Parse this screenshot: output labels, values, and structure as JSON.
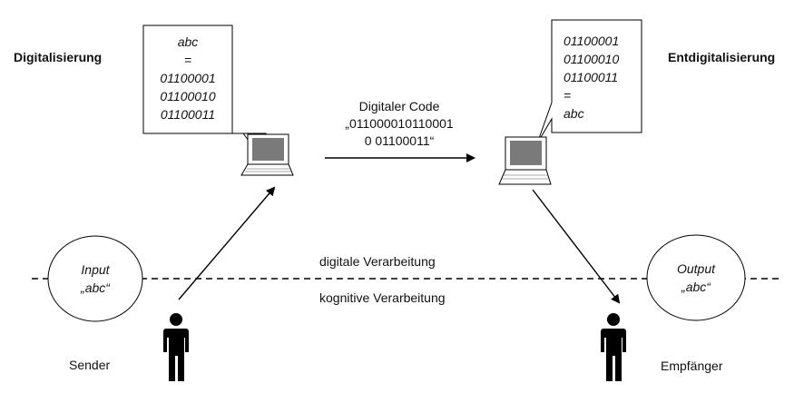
{
  "left": {
    "heading": "Digitalisierung",
    "bubble_lines": [
      "abc",
      "=",
      "01100001",
      "01100010",
      "01100011"
    ],
    "person_label": "Sender",
    "ellipse_lines": [
      "Input",
      "„abc“"
    ]
  },
  "right": {
    "heading": "Entdigitalisierung",
    "bubble_lines": [
      "01100001",
      "01100010",
      "01100011",
      "=",
      "abc"
    ],
    "person_label": "Empfänger",
    "ellipse_lines": [
      "Output",
      "„abc“"
    ]
  },
  "center": {
    "code_lines": [
      "Digitaler Code",
      "„011000010110001",
      "0 01100011“"
    ],
    "above_line": "digitale Verarbeitung",
    "below_line": "kognitive Verarbeitung"
  }
}
